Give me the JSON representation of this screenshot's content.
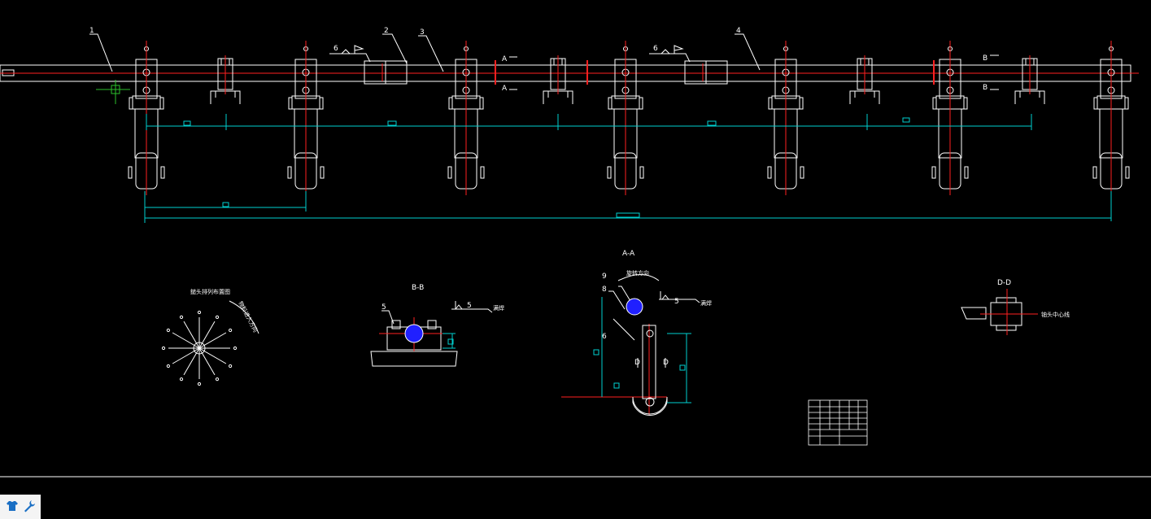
{
  "drawing": {
    "part_labels": [
      "1",
      "2",
      "3",
      "4"
    ],
    "weld_label": "6",
    "section_marks": {
      "a_top": "A",
      "a_bottom": "A",
      "b_top": "B",
      "b_bottom": "B"
    },
    "views": {
      "rotor": {
        "note": "鎚头排列布置图",
        "side_note": "物料进入方向"
      },
      "section_bb": {
        "title": "B-B",
        "part": "5",
        "weld_part": "5",
        "weld_text": "满焊"
      },
      "section_aa": {
        "title": "A-A",
        "part_9": "9",
        "part_8": "8",
        "part_6": "6",
        "weld_part": "5",
        "weld_text": "满焊",
        "rotation_note": "旋转方向",
        "section_mark_top": "D",
        "section_mark_bottom": "D"
      },
      "section_dd": {
        "title": "D-D",
        "note": "铀头中心线"
      }
    }
  },
  "colors": {
    "background": "#000000",
    "geometry": "#ffffff",
    "centerline": "#ff2020",
    "dimension": "#00d0d0",
    "hub": "#2020ff",
    "statusbar": "#f4f4f4",
    "icon": "#1a6fc4"
  },
  "statusbar": {
    "icons": [
      "shirt-icon",
      "wrench-icon"
    ]
  }
}
